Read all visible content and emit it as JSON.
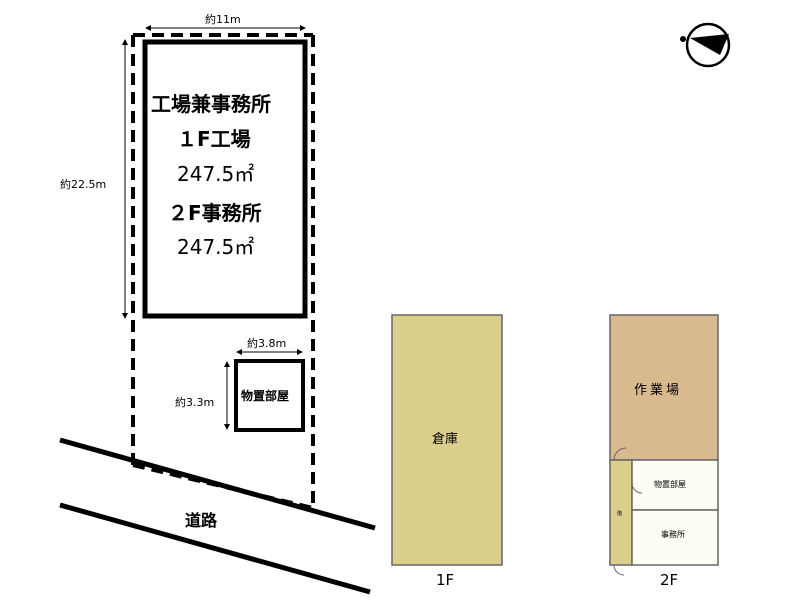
{
  "site": {
    "width_label": "約11m",
    "depth_label": "約22.5m",
    "building": {
      "line1": "工場兼事務所",
      "line2": "１F工場",
      "line3": "247.5㎡",
      "line4": "２F事務所",
      "line5": "247.5㎡"
    },
    "storage": {
      "label": "物置部屋",
      "width_label": "約3.8m",
      "depth_label": "約3.3m"
    },
    "road_label": "道路"
  },
  "floor1": {
    "room_label": "倉庫",
    "caption": "1F",
    "color": "#dccf8c"
  },
  "floor2": {
    "workshop_label": "作業場",
    "storage_label": "物置部屋",
    "office_label": "事務所",
    "stair_label": "階",
    "caption": "2F",
    "workshop_color": "#d9b98e",
    "corridor_color": "#dccf8c",
    "room_color": "#fdfdf3"
  },
  "compass": {
    "icon": "north-compass-icon"
  }
}
